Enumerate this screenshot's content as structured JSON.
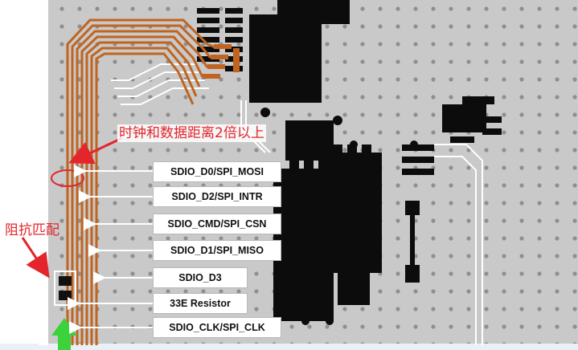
{
  "colors": {
    "board_bg": "#c9c9c9",
    "copper": "#0c0c0c",
    "trace_orange": "#c06420",
    "annotation_red": "#e4252b",
    "arrow_white": "#ffffff",
    "indicator_green": "#3cd23c"
  },
  "labels": [
    {
      "id": "d0",
      "text": "SDIO_D0/SPI_MOSI"
    },
    {
      "id": "d2",
      "text": "SDIO_D2/SPI_INTR"
    },
    {
      "id": "cmd",
      "text": "SDIO_CMD/SPI_CSN"
    },
    {
      "id": "d1",
      "text": "SDIO_D1/SPI_MISO"
    },
    {
      "id": "d3",
      "text": "SDIO_D3"
    },
    {
      "id": "res",
      "text": "33E Resistor"
    },
    {
      "id": "clk",
      "text": "SDIO_CLK/SPI_CLK"
    }
  ],
  "annotations": {
    "spacing_note": "时钟和数据距离2倍以上",
    "impedance_note": "阻抗匹配"
  },
  "icons": {
    "red_arrow": "arrow-icon",
    "green_arrow": "arrow-up-icon",
    "ellipse": "ellipse-highlight"
  }
}
